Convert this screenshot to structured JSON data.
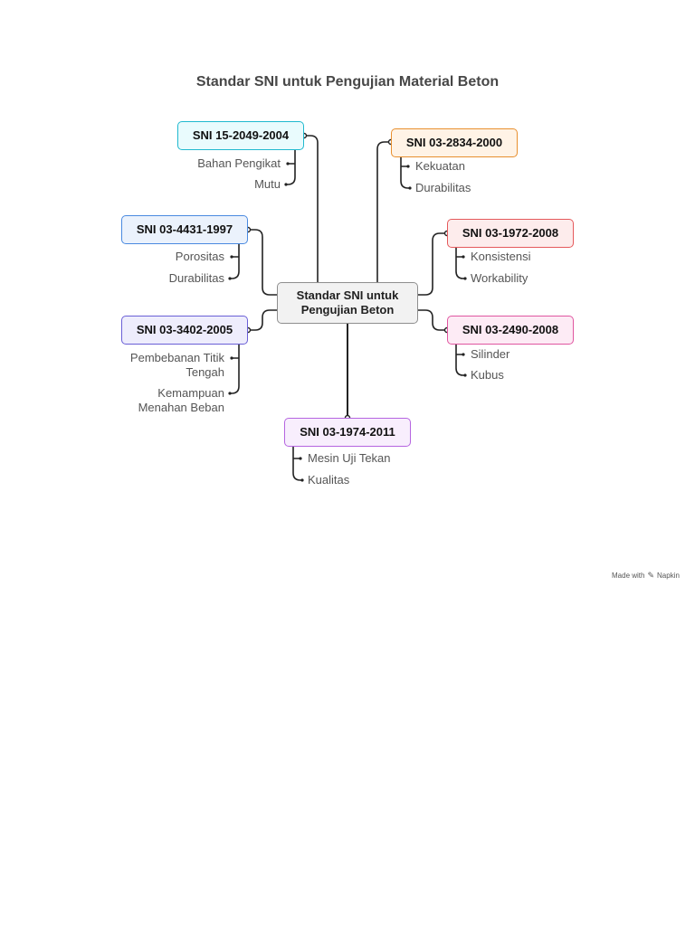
{
  "title": "Standar SNI untuk Pengujian Material Beton",
  "center": "Standar SNI untuk Pengujian Beton",
  "standards": [
    {
      "code": "SNI 15-2049-2004",
      "color": "#20b9cf",
      "bg": "#e9fbfd",
      "items": [
        "Bahan Pengikat",
        "Mutu"
      ]
    },
    {
      "code": "SNI 03-2834-2000",
      "color": "#e88f2e",
      "bg": "#fff3e6",
      "items": [
        "Kekuatan",
        "Durabilitas"
      ]
    },
    {
      "code": "SNI 03-4431-1997",
      "color": "#4a8ae0",
      "bg": "#ebf2fc",
      "items": [
        "Porositas",
        "Durabilitas"
      ]
    },
    {
      "code": "SNI 03-1972-2008",
      "color": "#e5595b",
      "bg": "#fdecec",
      "items": [
        "Konsistensi",
        "Workability"
      ]
    },
    {
      "code": "SNI 03-3402-2005",
      "color": "#6a5fd6",
      "bg": "#eeedfc",
      "items": [
        "Pembebanan Titik Tengah",
        "Kemampuan Menahan Beban"
      ]
    },
    {
      "code": "SNI 03-2490-2008",
      "color": "#e056a0",
      "bg": "#fdebf5",
      "items": [
        "Silinder",
        "Kubus"
      ]
    },
    {
      "code": "SNI 03-1974-2011",
      "color": "#b565e0",
      "bg": "#f8eefd",
      "items": [
        "Mesin Uji Tekan",
        "Kualitas"
      ]
    }
  ],
  "watermark": {
    "prefix": "Made with",
    "brand": "Napkin"
  }
}
